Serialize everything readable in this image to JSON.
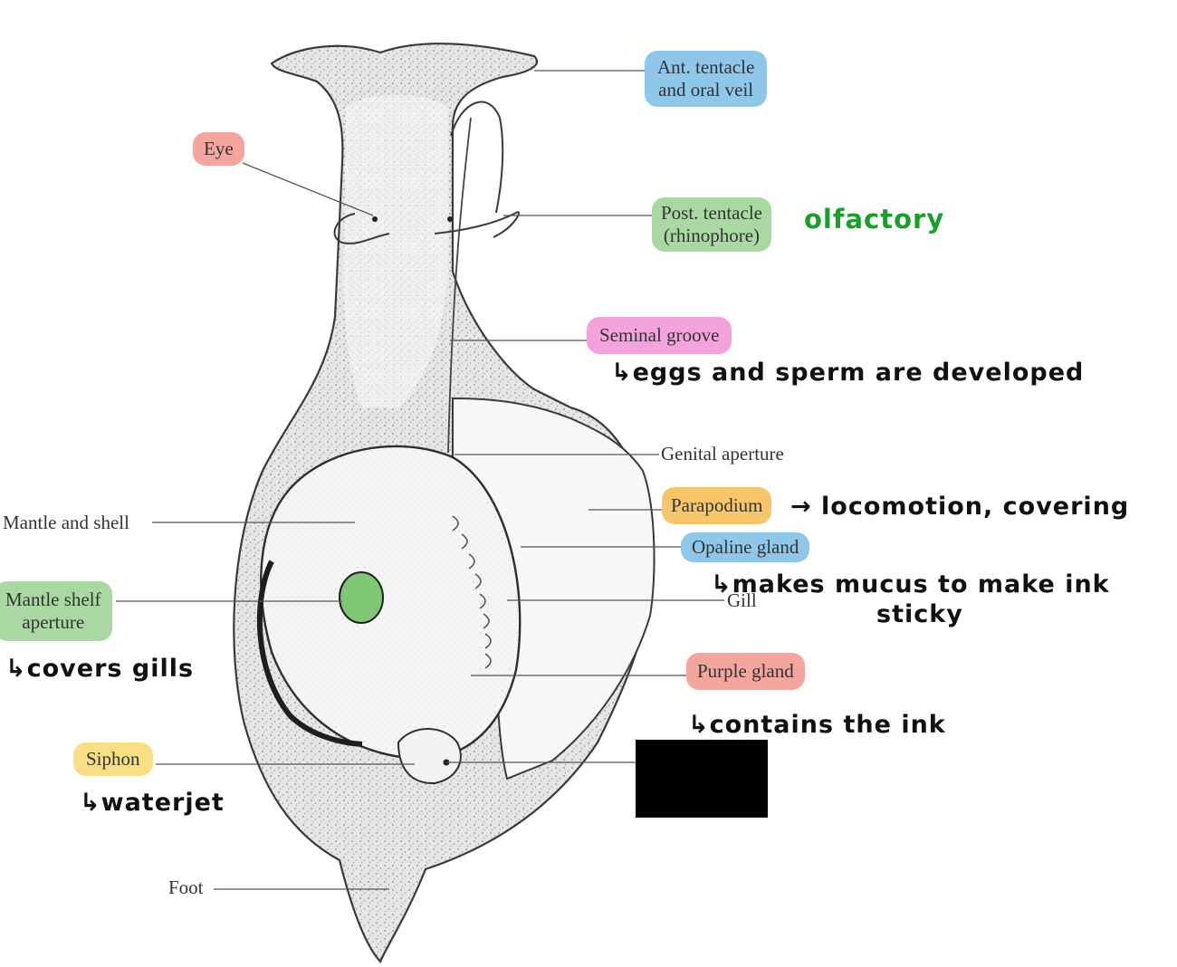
{
  "labels": {
    "ant_tentacle": "Ant. tentacle\nand oral veil",
    "eye": "Eye",
    "post_tentacle": "Post. tentacle\n(rhinophore)",
    "seminal_groove": "Seminal groove",
    "genital_aperture": "Genital aperture",
    "parapodium": "Parapodium",
    "opaline_gland": "Opaline gland",
    "gill": "Gill",
    "mantle_and_shell": "Mantle and shell",
    "mantle_shelf_aperture": "Mantle shelf\naperture",
    "purple_gland": "Purple gland",
    "siphon": "Siphon",
    "foot": "Foot"
  },
  "notes": {
    "olfactory": "olfactory",
    "seminal_groove": "↳eggs and sperm are developed",
    "parapodium": "→ locomotion, covering",
    "opaline_gland": "↳makes mucus to make ink",
    "opaline_gland_cont": "sticky",
    "mantle_shelf": "↳covers gills",
    "purple_gland": "↳contains the ink",
    "siphon": "↳waterjet"
  },
  "colors": {
    "blue": "#8ec7ea",
    "red": "#f3a59e",
    "green_label": "#a9d8a2",
    "pink": "#f3a2dc",
    "orange": "#f7c66a",
    "yellow": "#f8de84",
    "green_dot": "#7fc775",
    "note_green": "#1aa02a",
    "redaction": "#000000"
  }
}
